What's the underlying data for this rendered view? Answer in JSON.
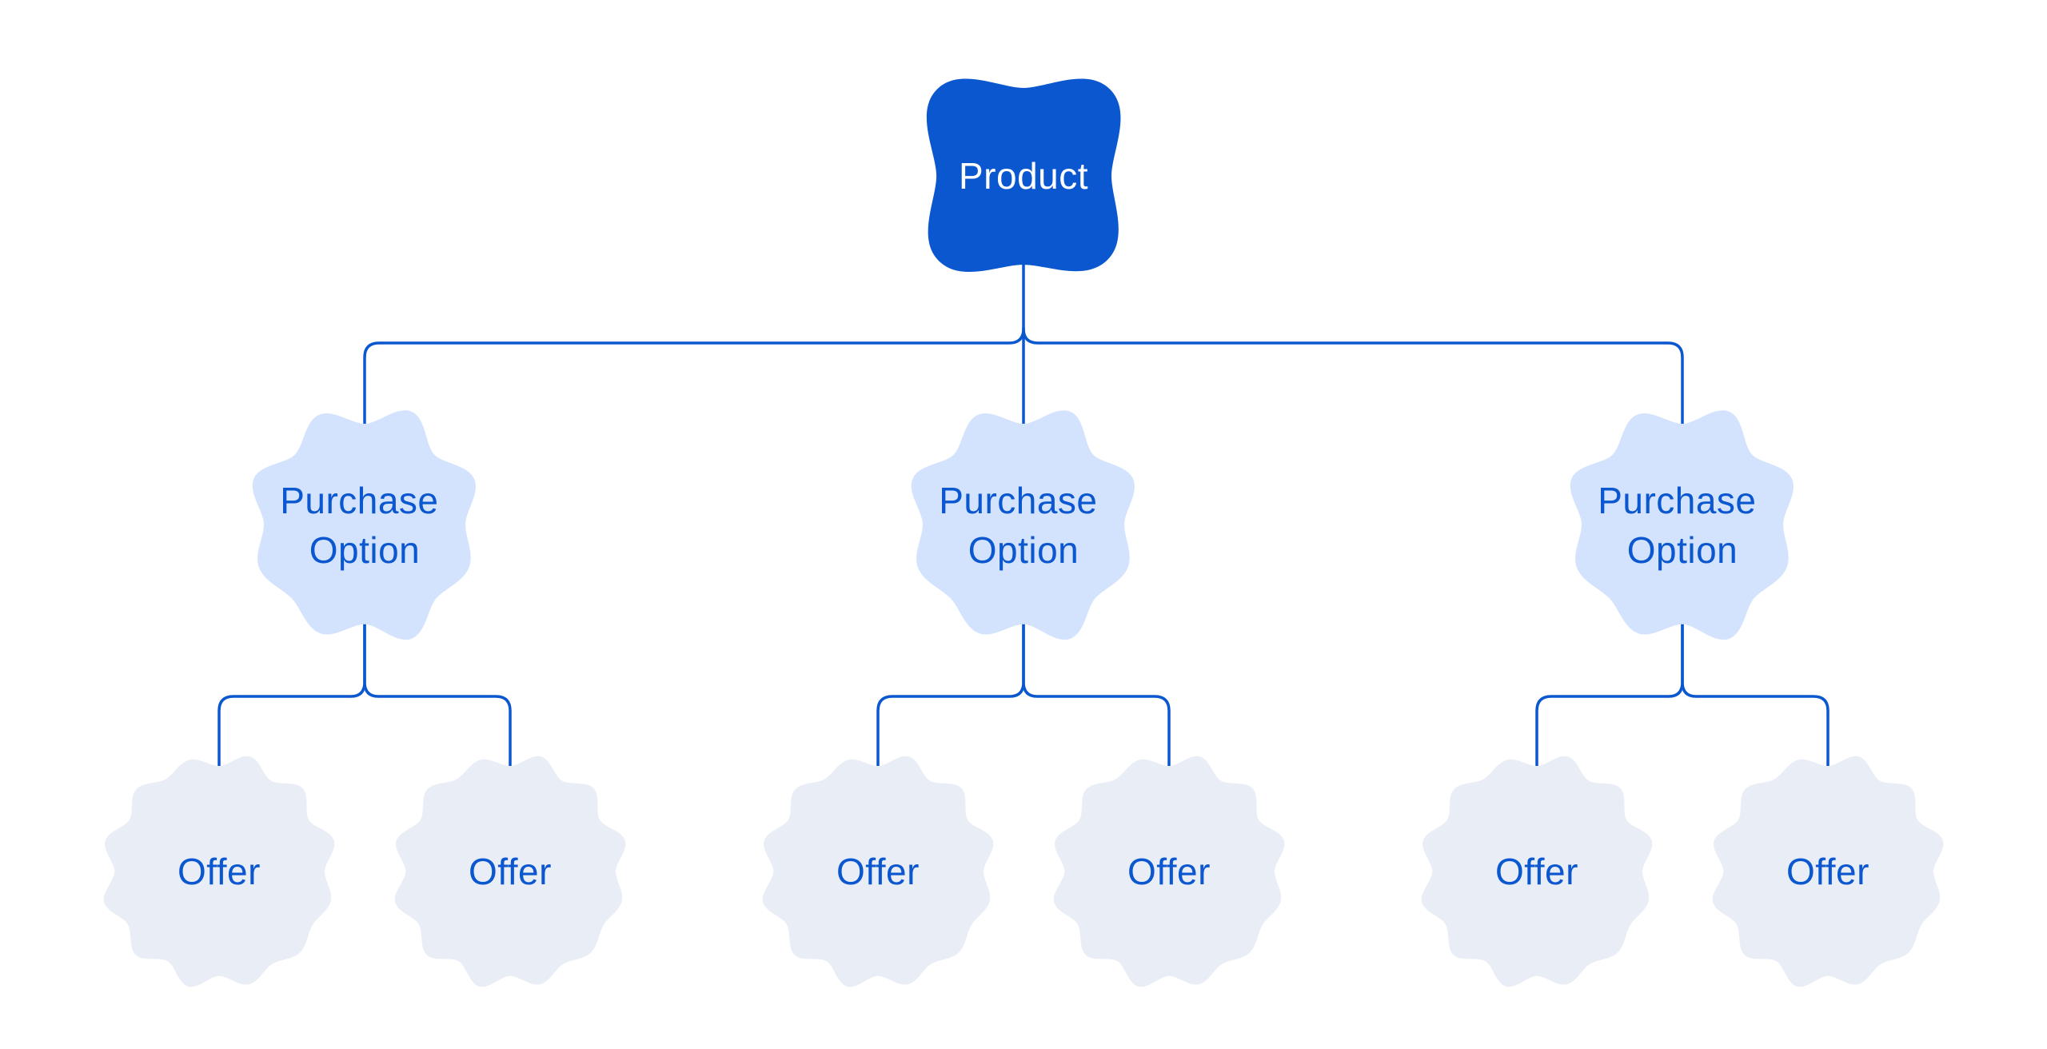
{
  "colors": {
    "primary": "#0b57d0",
    "node_light": "#d3e3fd",
    "node_lighter": "#e8edf6",
    "background": "#ffffff",
    "label_on_root": "#ffffff"
  },
  "diagram": {
    "type": "tree",
    "root": {
      "label": "Product"
    },
    "purchase_options": [
      {
        "label": "Purchase Option",
        "label_lines": [
          "Purchase",
          "Option"
        ],
        "offers": [
          "Offer",
          "Offer"
        ]
      },
      {
        "label": "Purchase Option",
        "label_lines": [
          "Purchase",
          "Option"
        ],
        "offers": [
          "Offer",
          "Offer"
        ]
      },
      {
        "label": "Purchase Option",
        "label_lines": [
          "Purchase",
          "Option"
        ],
        "offers": [
          "Offer",
          "Offer"
        ]
      }
    ]
  }
}
